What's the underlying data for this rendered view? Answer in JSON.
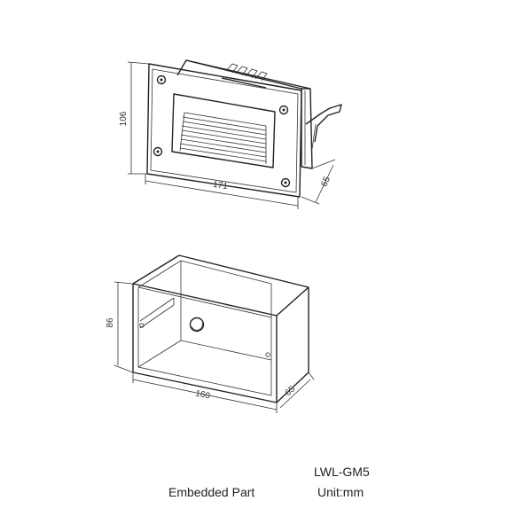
{
  "model": "LWL-GM5",
  "unit": "Unit:mm",
  "part_caption": "Embedded Part",
  "top_drawing": {
    "height_label": "106",
    "width_label": "171",
    "depth_label": "65"
  },
  "bottom_drawing": {
    "height_label": "86",
    "width_label": "160",
    "depth_label": "65"
  }
}
